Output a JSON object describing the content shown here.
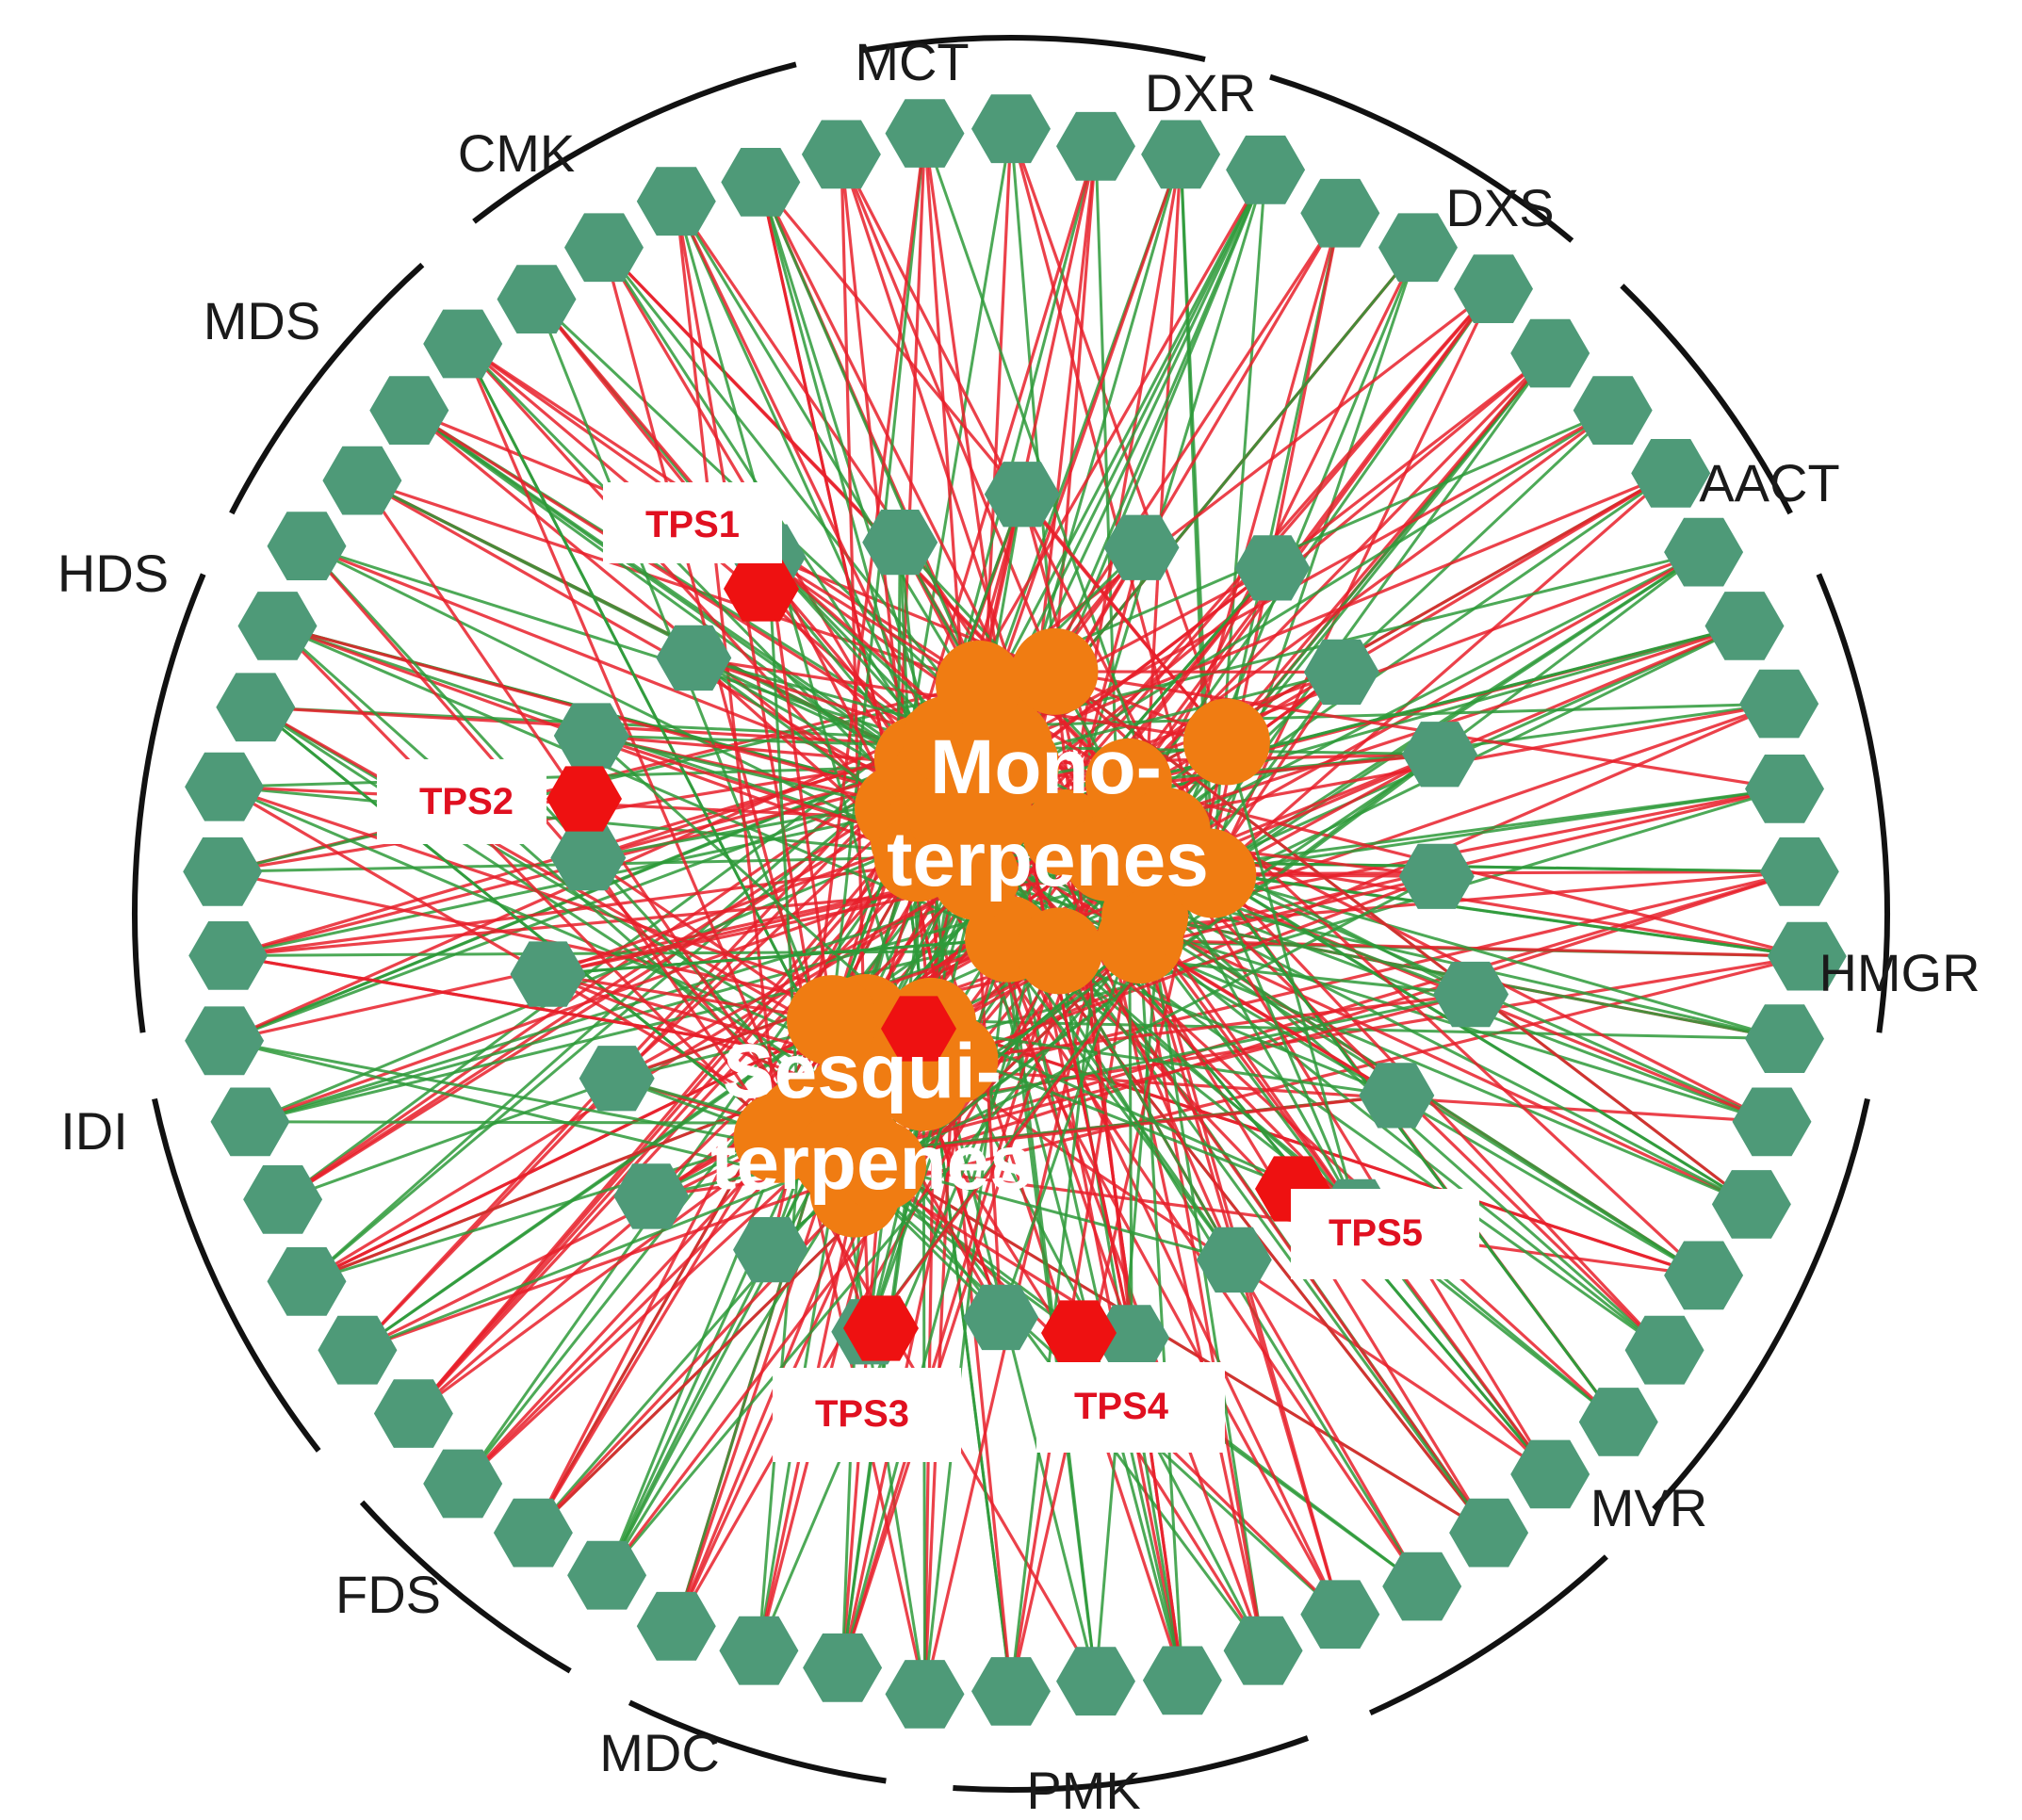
{
  "diagram": {
    "gene_groups": [
      "MCT",
      "DXR",
      "DXS",
      "AACT",
      "HMGR",
      "MVR",
      "PMK",
      "MDC",
      "FDS",
      "IDI",
      "HDS",
      "MDS",
      "CMK"
    ],
    "tps_labels": [
      "TPS1",
      "TPS2",
      "TPS3",
      "TPS4",
      "TPS5"
    ],
    "cluster_labels": {
      "mono_line1": "Mono-",
      "mono_line2": "terpenes",
      "sesqui_line1": "Sesqui-",
      "sesqui_line2": "terpenes"
    },
    "colors": {
      "gene_node": "#4e9a78",
      "terpene_node": "#f07c12",
      "tps_node": "#ee1111",
      "positive_edge": "#2e9a3a",
      "negative_edge": "#e8202a",
      "ring": "#111111",
      "tps_text": "#e01020"
    }
  }
}
